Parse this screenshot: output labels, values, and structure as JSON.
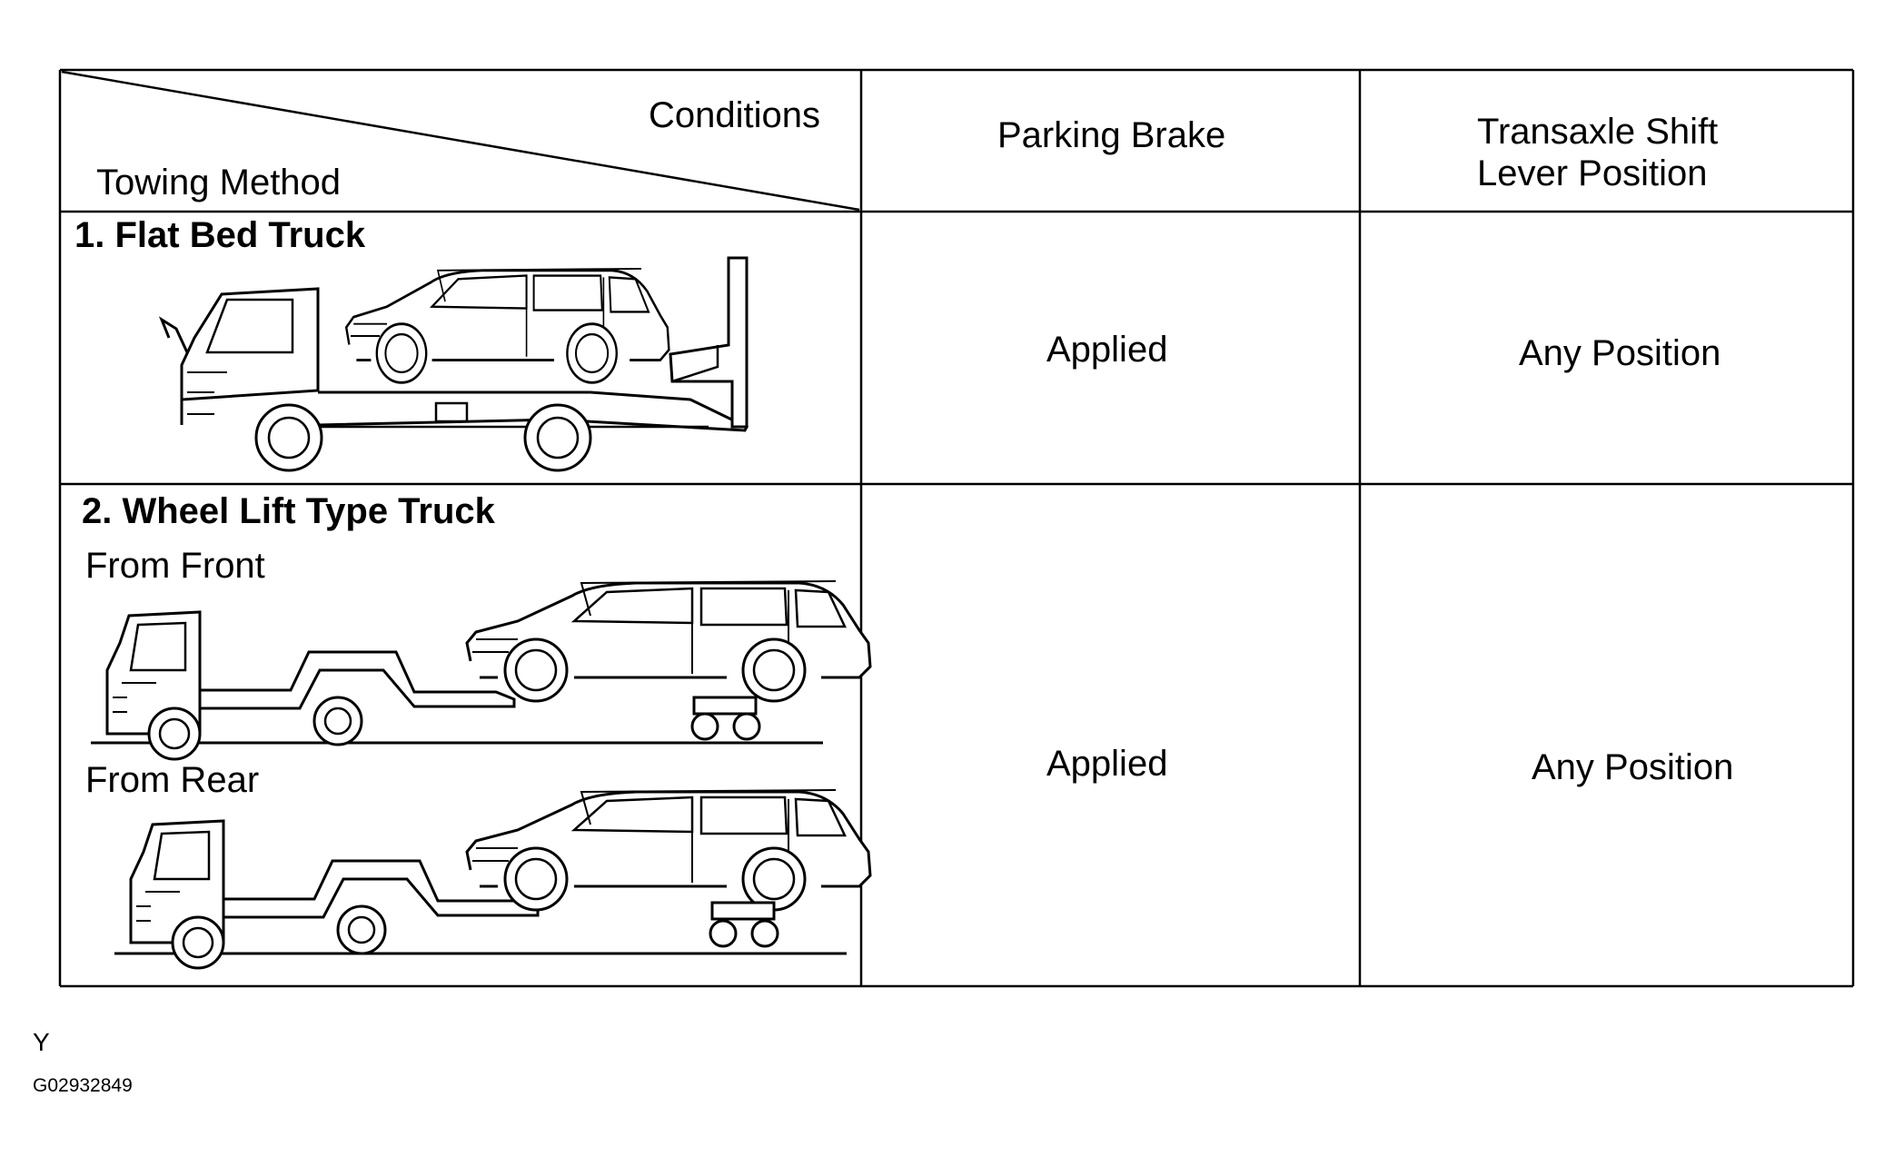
{
  "table": {
    "diagonal_header": {
      "top_right": "Conditions",
      "bottom_left": "Towing Method"
    },
    "columns": [
      "Parking Brake",
      "Transaxle Shift Lever Position"
    ],
    "column_header_lines": {
      "parking_brake": "Parking Brake",
      "transaxle_line1": "Transaxle Shift",
      "transaxle_line2": "Lever Position"
    },
    "rows": [
      {
        "method": "1. Flat Bed Truck",
        "parking_brake": "Applied",
        "shift_lever": "Any Position"
      },
      {
        "method": "2. Wheel Lift Type Truck",
        "sub_labels": [
          "From Front",
          "From Rear"
        ],
        "parking_brake": "Applied",
        "shift_lever": "Any Position"
      }
    ]
  },
  "footer": {
    "code_letter": "Y",
    "figure_id": "G02932849"
  }
}
